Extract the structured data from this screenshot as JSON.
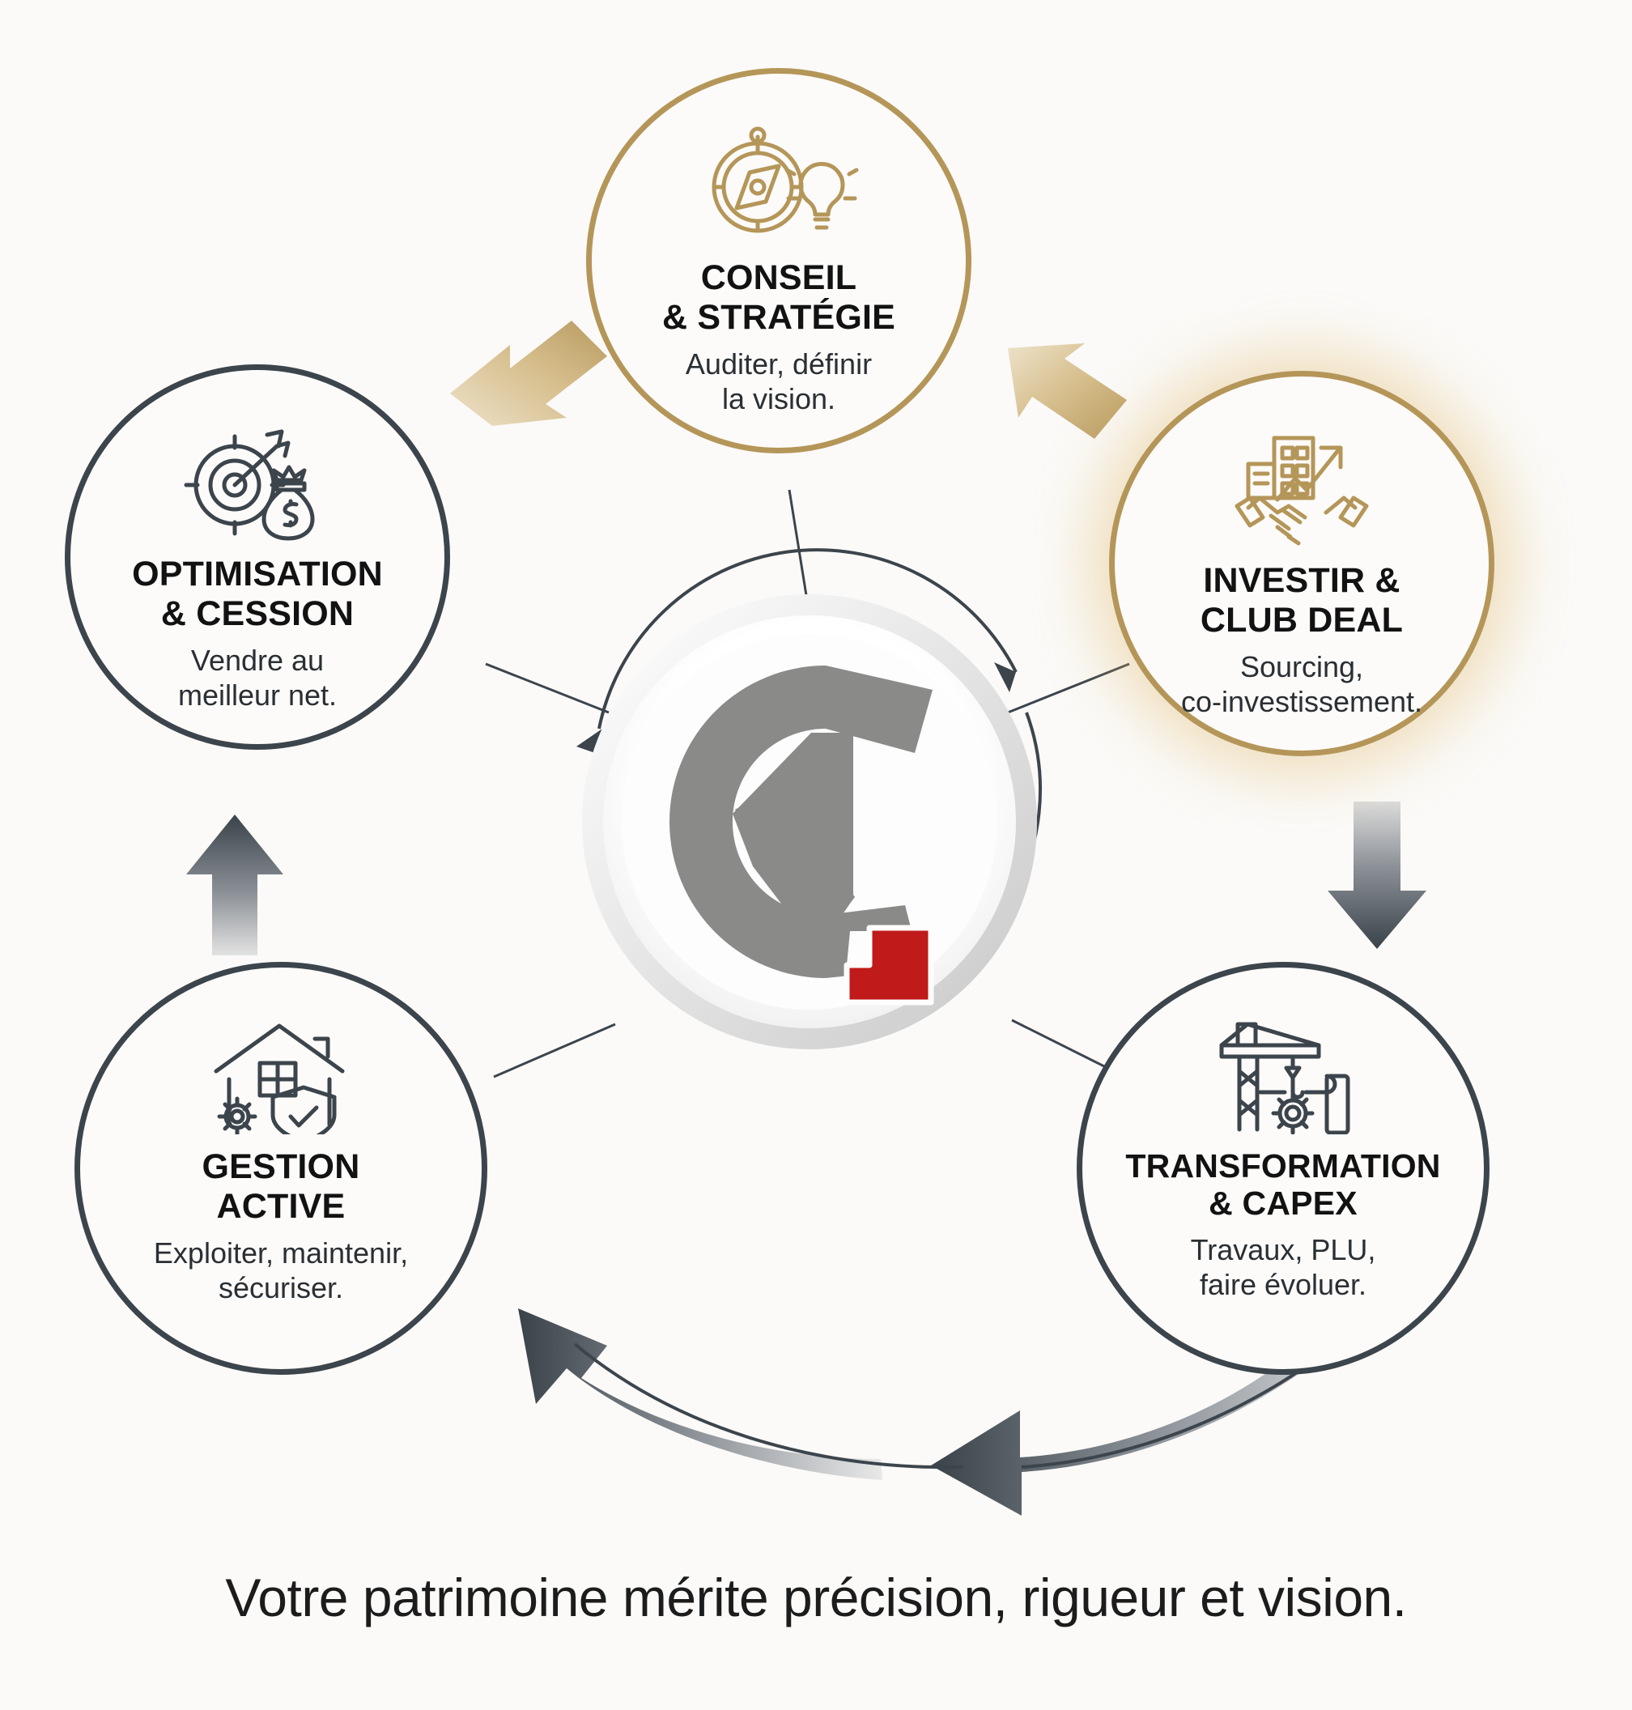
{
  "background_color": "#FBFAF8",
  "palette": {
    "gold": "#B59659",
    "gold_light": "#D9C089",
    "dark_slate": "#3C444C",
    "logo_grey": "#8A8A88",
    "logo_red": "#C01A1A",
    "text_dark": "#121212"
  },
  "center": {
    "logo_name": "cv-monogram-logo",
    "letters": "CV",
    "accent_color": "#C01A1A"
  },
  "cycle_arrows": {
    "inner_ring_name": "inner-cycle-ring-arrows",
    "outer_arrows": [
      {
        "name": "arrow-optimisation-to-conseil",
        "direction": "up-right",
        "style": "gold"
      },
      {
        "name": "arrow-conseil-to-investir",
        "direction": "down-right",
        "style": "gold"
      },
      {
        "name": "arrow-investir-to-transformation",
        "direction": "down",
        "style": "dark"
      },
      {
        "name": "arrow-transformation-to-gestion",
        "direction": "left",
        "style": "dark"
      },
      {
        "name": "arrow-gestion-to-optimisation",
        "direction": "up",
        "style": "dark"
      }
    ]
  },
  "nodes": [
    {
      "id": "conseil",
      "title": "CONSEIL\n& STRATÉGIE",
      "desc": "Auditer, définir\nla vision.",
      "icon": "compass-lightbulb-icon",
      "accent": "gold"
    },
    {
      "id": "investir",
      "title": "INVESTIR &\nCLUB DEAL",
      "desc": "Sourcing,\nco-investissement.",
      "icon": "handshake-buildings-growth-icon",
      "accent": "gold-highlighted"
    },
    {
      "id": "transformation",
      "title": "TRANSFORMATION\n& CAPEX",
      "desc": "Travaux, PLU,\nfaire évoluer.",
      "icon": "crane-gear-blueprint-icon",
      "accent": "dark"
    },
    {
      "id": "gestion",
      "title": "GESTION\nACTIVE",
      "desc": "Exploiter, maintenir,\nsécuriser.",
      "icon": "house-gear-shield-icon",
      "accent": "dark"
    },
    {
      "id": "optimisation",
      "title": "OPTIMISATION\n& CESSION",
      "desc": "Vendre au\nmeilleur net.",
      "icon": "target-arrow-moneybag-icon",
      "accent": "dark"
    }
  ],
  "caption": "Votre patrimoine mérite précision, rigueur et vision."
}
